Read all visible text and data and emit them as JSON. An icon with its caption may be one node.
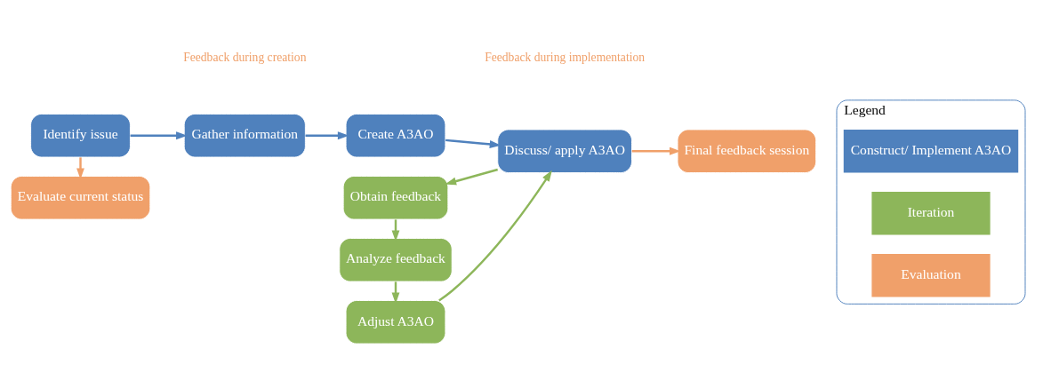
{
  "diagram": {
    "nodes": [
      {
        "text": [
          "Evaluate current status"
        ]
      },
      {
        "text": [
          "Identify issue"
        ]
      },
      {
        "text": [
          "Gather information"
        ]
      },
      {
        "text": [
          "Create A3AO"
        ]
      },
      {
        "text": [
          "Obtain feedback"
        ]
      },
      {
        "text": [
          "Analyze feedback"
        ]
      },
      {
        "text": [
          "Adjust A3AO"
        ]
      },
      {
        "text": [
          "Discuss/ apply A3AO"
        ]
      },
      {
        "text": [
          "Final feedback session"
        ]
      },
      {
        "text": [
          "Legend"
        ]
      }
    ],
    "edges": [
      {
        "from": 1,
        "to": 0,
        "arrow": "to",
        "color": "#f0a06a"
      },
      {
        "from": 1,
        "to": 2,
        "arrow": "to",
        "color": "#4f81bd"
      },
      {
        "from": 2,
        "to": 3,
        "arrow": "to",
        "color": "#4f81bd"
      },
      {
        "from": 3,
        "to": 7,
        "arrow": "to",
        "color": "#4f81bd"
      },
      {
        "from": 4,
        "to": 5,
        "arrow": "to",
        "color": "#8db65a"
      },
      {
        "from": 5,
        "to": 6,
        "arrow": "to",
        "color": "#8db65a"
      },
      {
        "from": 6,
        "to": 7,
        "arrow": "to",
        "color": "#8db65a"
      },
      {
        "from": 7,
        "to": 4,
        "arrow": "to",
        "color": "#8db65a"
      },
      {
        "from": 7,
        "to": 8,
        "arrow": "to",
        "color": "#f0a06a"
      }
    ],
    "labels": [
      "Feedback during creation",
      "Feedback during implementation"
    ],
    "legend": [
      {
        "text": "Construct/ Implement A3AO",
        "color": "#4f81bd"
      },
      {
        "text": "Iteration",
        "color": "#8db65a"
      },
      {
        "text": "Evaluation",
        "color": "#f0a06a"
      }
    ]
  }
}
